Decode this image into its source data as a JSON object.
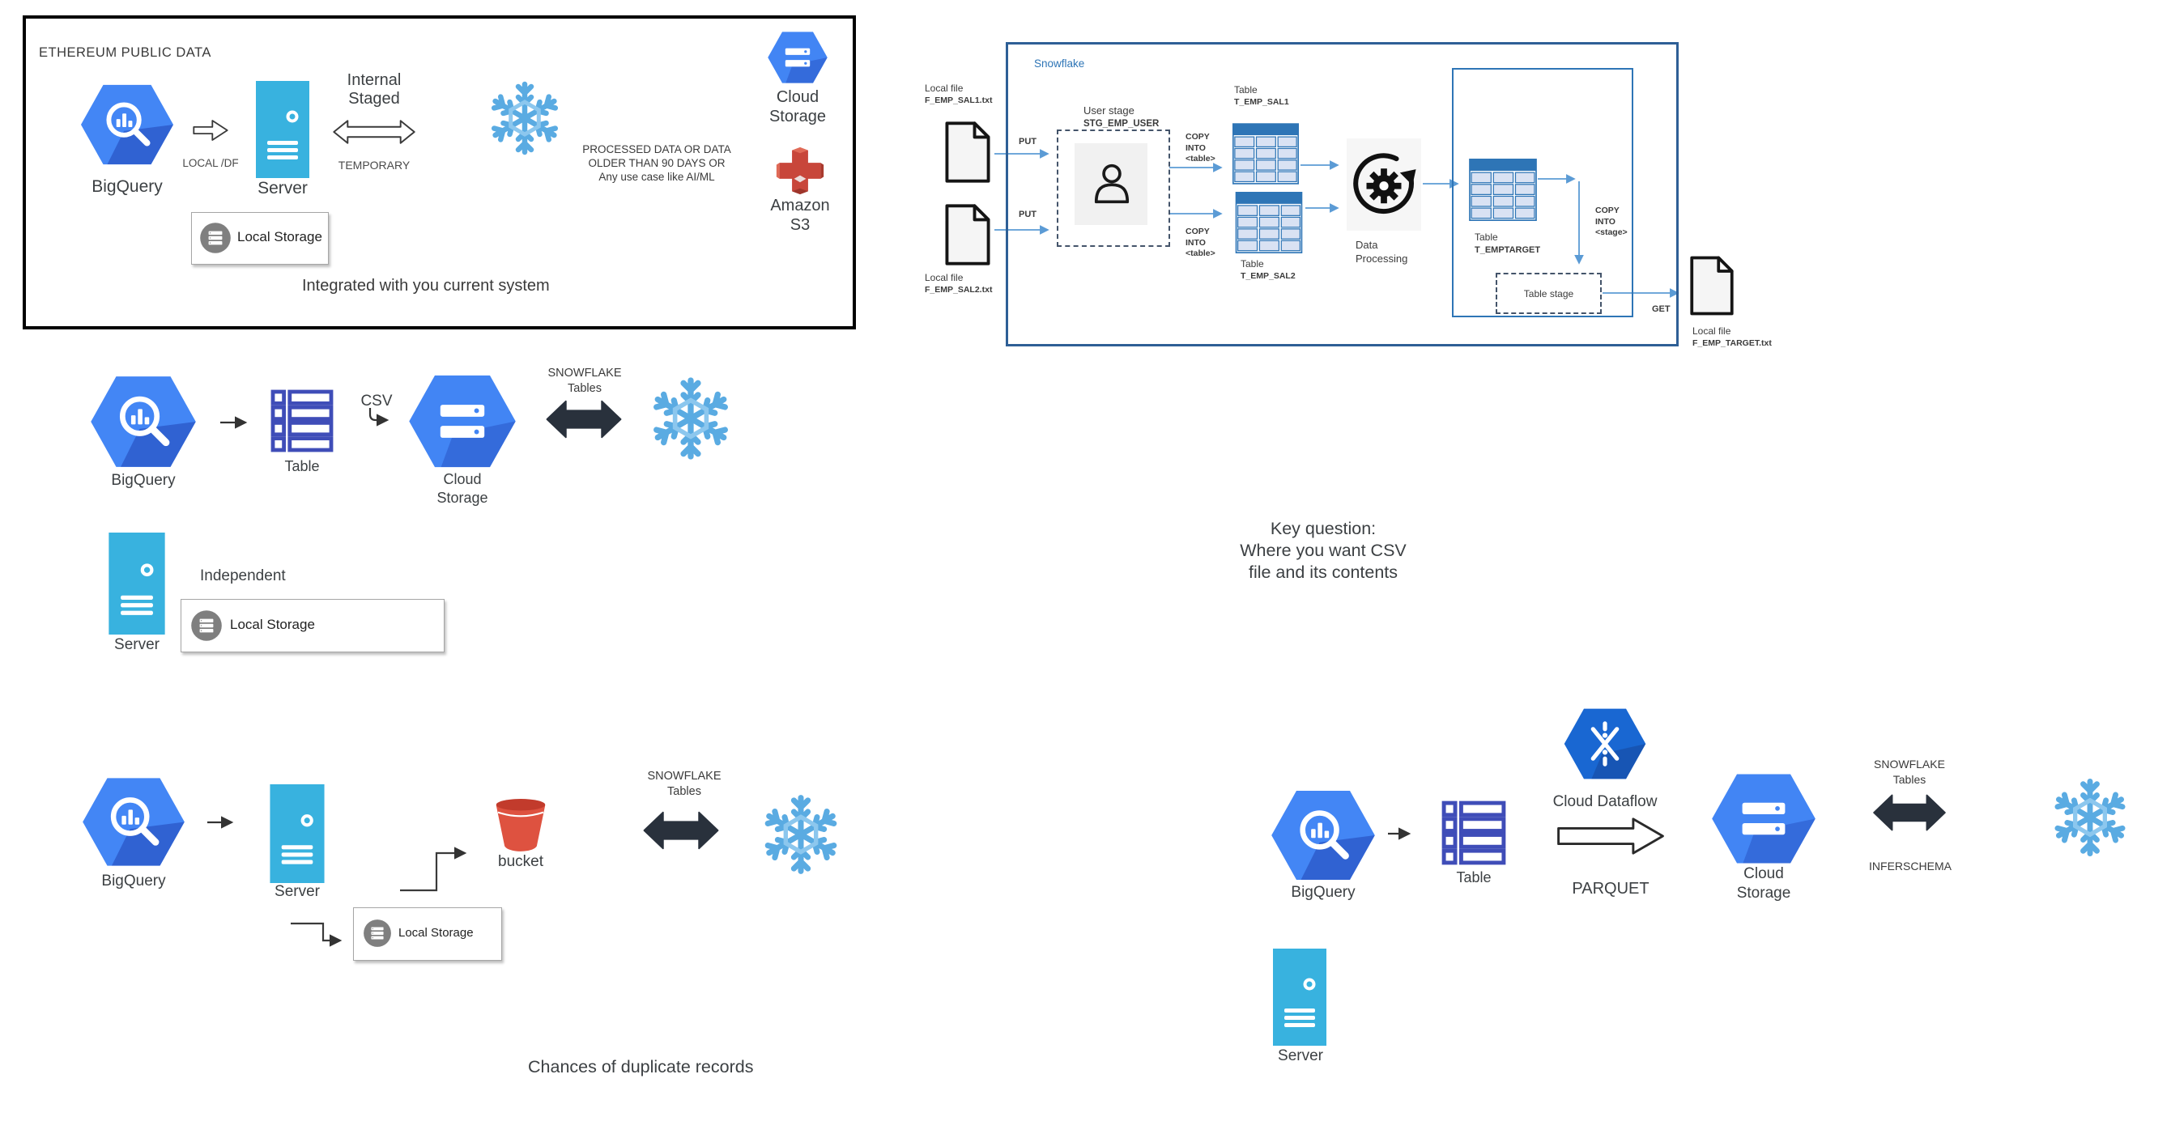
{
  "colors": {
    "gcp_blue": "#4285F4",
    "gcp_blue_shadow": "#2A56C6",
    "dataflow_blue": "#1967D2",
    "server_cyan": "#38B2DF",
    "snowflake_icon_blue": "#5AABE2",
    "black_arrow": "#29313C",
    "s3_red": "#C8463A",
    "bucket_red": "#DE5240",
    "diagram_border_blue": "#2E5F96",
    "diagram_accent_blue": "#2E75B6",
    "connector_blue": "#5B9BD5",
    "local_storage_gray": "#7F7F7F"
  },
  "eth_box": {
    "title": "ETHEREUM PUBLIC DATA",
    "bigquery": "BigQuery",
    "local_df": "LOCAL /DF",
    "server": "Server",
    "internal1": "Internal",
    "internal2": "Staged",
    "temporary": "TEMPORARY",
    "processed1": "PROCESSED DATA OR DATA",
    "processed2": "OLDER THAN 90 DAYS OR",
    "processed3": "Any use case like AI/ML",
    "cloud1": "Cloud",
    "cloud2": "Storage",
    "amazon1": "Amazon",
    "amazon2": "S3",
    "local_storage": "Local Storage",
    "integrated": "Integrated with you current system"
  },
  "sf": {
    "title": "Snowflake",
    "file1a": "Local file",
    "file1b": "F_EMP_SAL1.txt",
    "file2a": "Local file",
    "file2b": "F_EMP_SAL2.txt",
    "put1": "PUT",
    "put2": "PUT",
    "stage1": "User stage",
    "stage2": "STG_EMP_USER",
    "copyt1a": "COPY",
    "copyt1b": "INTO",
    "copyt1c": "<table>",
    "copyt2a": "COPY",
    "copyt2b": "INTO",
    "copyt2c": "<table>",
    "t1a": "Table",
    "t1b": "T_EMP_SAL1",
    "t2a": "Table",
    "t2b": "T_EMP_SAL2",
    "dp1": "Data",
    "dp2": "Processing",
    "tta": "Table",
    "ttb": "T_EMPTARGET",
    "copysa": "COPY",
    "copysb": "INTO",
    "copysc": "<stage>",
    "tstage": "Table stage",
    "get": "GET",
    "file3a": "Local file",
    "file3b": "F_EMP_TARGET.txt"
  },
  "csv_flow": {
    "bigquery": "BigQuery",
    "table": "Table",
    "csv": "CSV",
    "cloud1": "Cloud",
    "cloud2": "Storage",
    "sft1": "SNOWFLAKE",
    "sft2": "Tables"
  },
  "ind_flow": {
    "server": "Server",
    "independent": "Independent",
    "local_storage": "Local Storage"
  },
  "bucket_flow": {
    "bigquery": "BigQuery",
    "server": "Server",
    "bucket": "bucket",
    "local_storage": "Local Storage",
    "sft1": "SNOWFLAKE",
    "sft2": "Tables",
    "note": "Chances of duplicate records"
  },
  "key_question": {
    "l1": "Key question:",
    "l2": "Where you want CSV",
    "l3": "file and its contents"
  },
  "parquet_flow": {
    "bigquery": "BigQuery",
    "table": "Table",
    "dataflow": "Cloud Dataflow",
    "parquet": "PARQUET",
    "cloud1": "Cloud",
    "cloud2": "Storage",
    "sft1": "SNOWFLAKE",
    "sft2": "Tables",
    "inferschema": "INFERSCHEMA",
    "server": "Server"
  }
}
